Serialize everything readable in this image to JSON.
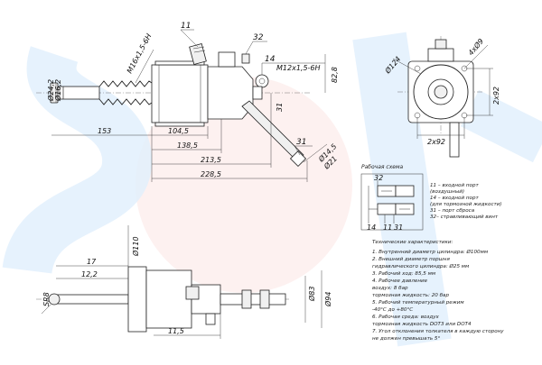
{
  "watermark": {
    "text": "SORL",
    "color": "#1e88e5",
    "accent": "#e53935"
  },
  "side_view": {
    "thread_left": "M16x1,5-6H",
    "thread_right": "M12x1,5-6H",
    "dia_rod_outer": "Ø24,2",
    "dia_rod_inner": "Ø16,2",
    "dim_82_8": "82,8",
    "dim_31": "31",
    "dim_153": "153",
    "dim_104_5": "104,5",
    "dim_138_5": "138,5",
    "dim_213_5": "213,5",
    "dim_228_5": "228,5",
    "dia_14_5": "Ø14,5",
    "dia_21": "Ø21",
    "call_11": "11",
    "call_32": "32",
    "call_14": "14",
    "call_31": "31"
  },
  "front_view": {
    "dia_124": "Ø124",
    "holes": "4xØ9",
    "dim_2x92_v": "2x92",
    "dim_2x92_h": "2x92"
  },
  "bottom_view": {
    "dia_110": "Ø110",
    "dim_17": "17",
    "dim_12_2": "12,2",
    "sphere": "SR8",
    "dia_83": "Ø83",
    "dia_94": "Ø94",
    "dim_11_5": "11,5"
  },
  "scheme": {
    "title": "Рабочая схема",
    "port_32": "32",
    "port_14": "14",
    "port_11": "11",
    "port_31": "31",
    "legend": [
      "11 – входной порт",
      "(воздушный)",
      "14 – входной порт",
      "(для тормозной жидкости)",
      "31 – порт сброса",
      "32– стравливающий винт"
    ]
  },
  "specs": {
    "title": "Технические характеристики:",
    "lines": [
      "1. Внутренний диаметр цилиндра: Ø100мм",
      "2. Внешний диаметр поршня",
      "гидравлического цилиндра: Ø25 мм",
      "3. Рабочий ход: 85,5 мм",
      "4. Рабочее давление",
      "    воздух: 8 бар",
      "    тормозная жидкость: 20 бар",
      "5. Рабочий температурный режим",
      "-40°С до +80°С",
      "6. Рабочая среда: воздух",
      "    тормозная жидкость DOT3 или DOT4",
      "7. Угол отклонения толкателя в каждую сторону",
      "не должен превышать 5°"
    ]
  }
}
